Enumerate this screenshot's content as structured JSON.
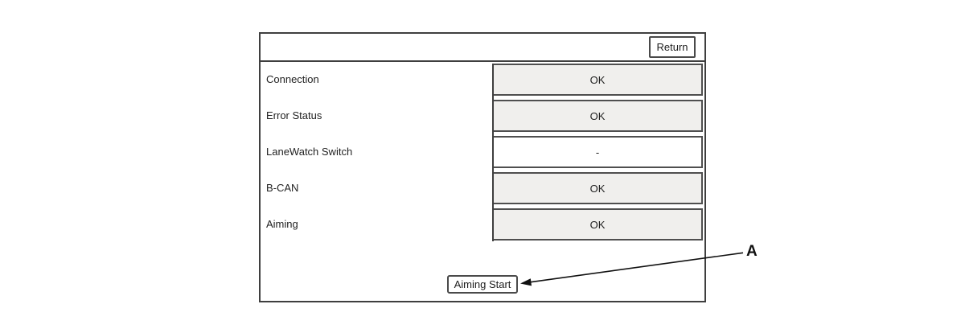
{
  "screen": {
    "return_button": "Return",
    "rows": [
      {
        "label": "Connection",
        "value": "OK",
        "filled": "true"
      },
      {
        "label": "Error Status",
        "value": "OK",
        "filled": "true"
      },
      {
        "label": "LaneWatch Switch",
        "value": "-",
        "filled": "false"
      },
      {
        "label": "B-CAN",
        "value": "OK",
        "filled": "true"
      },
      {
        "label": "Aiming",
        "value": "OK",
        "filled": "true"
      }
    ],
    "aiming_start_button": "Aiming Start"
  },
  "callout": {
    "label": "A"
  },
  "colors": {
    "panel_border": "#3f3f3f",
    "cell_border": "#4f4f4f",
    "cell_fill": "#f0efed",
    "text": "#1e1e1e",
    "arrow": "#111111"
  }
}
